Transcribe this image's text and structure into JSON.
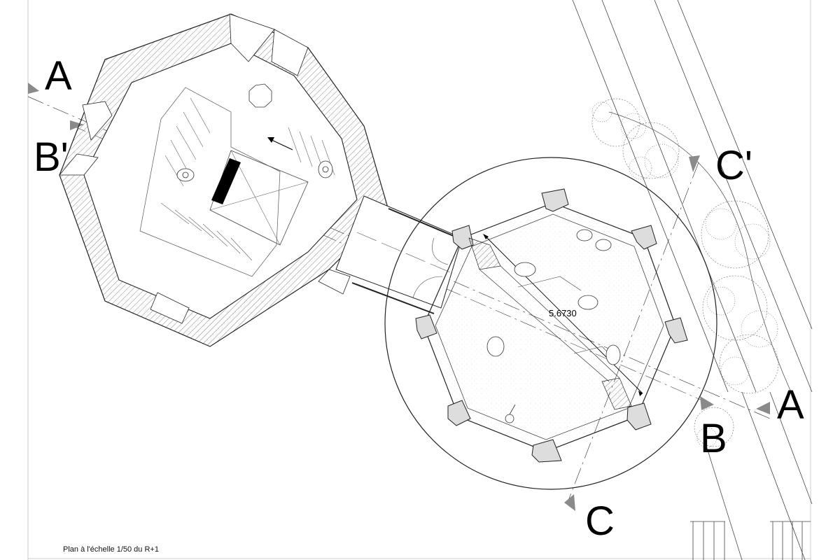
{
  "section_marks": {
    "a_left": "A",
    "b_prime": "B'",
    "c_prime": "C'",
    "a_right": "A",
    "b": "B",
    "c": "C"
  },
  "dimension_label": "5.6730",
  "caption": "Plan à l'échelle 1/50 du R+1",
  "colors": {
    "line": "#222222",
    "hatch": "#555555",
    "marker": "#8a8a8a",
    "foliage": "#6b6b6b"
  }
}
